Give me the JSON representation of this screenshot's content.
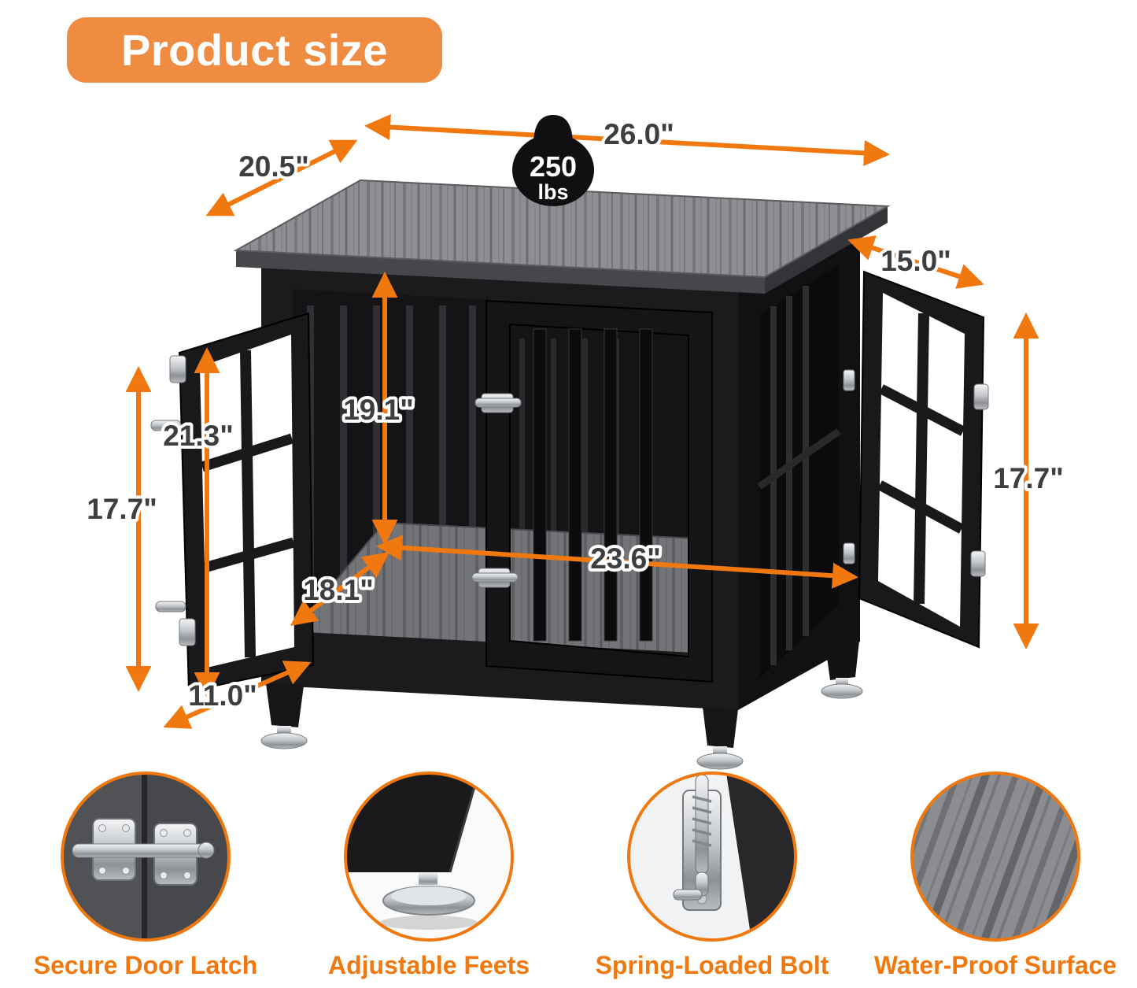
{
  "title": "Product size",
  "weight": {
    "value": "250",
    "unit": "lbs"
  },
  "dimensions": {
    "top_width": "26.0\"",
    "top_depth": "20.5\"",
    "right_door_width": "15.0\"",
    "overall_height": "21.3\"",
    "inner_height": "19.1\"",
    "left_door_height": "17.7\"",
    "right_door_height": "17.7\"",
    "inner_width": "23.6\"",
    "inner_depth": "18.1\"",
    "left_door_width": "11.0\""
  },
  "features": [
    {
      "label": "Secure Door Latch"
    },
    {
      "label": "Adjustable Feets"
    },
    {
      "label": "Spring-Loaded Bolt"
    },
    {
      "label": "Water-Proof Surface"
    }
  ],
  "colors": {
    "accent": "#F1780E",
    "badge": "#F08B42",
    "wood_gray": "#8E8F92",
    "frame_black": "#1B1B1D"
  }
}
